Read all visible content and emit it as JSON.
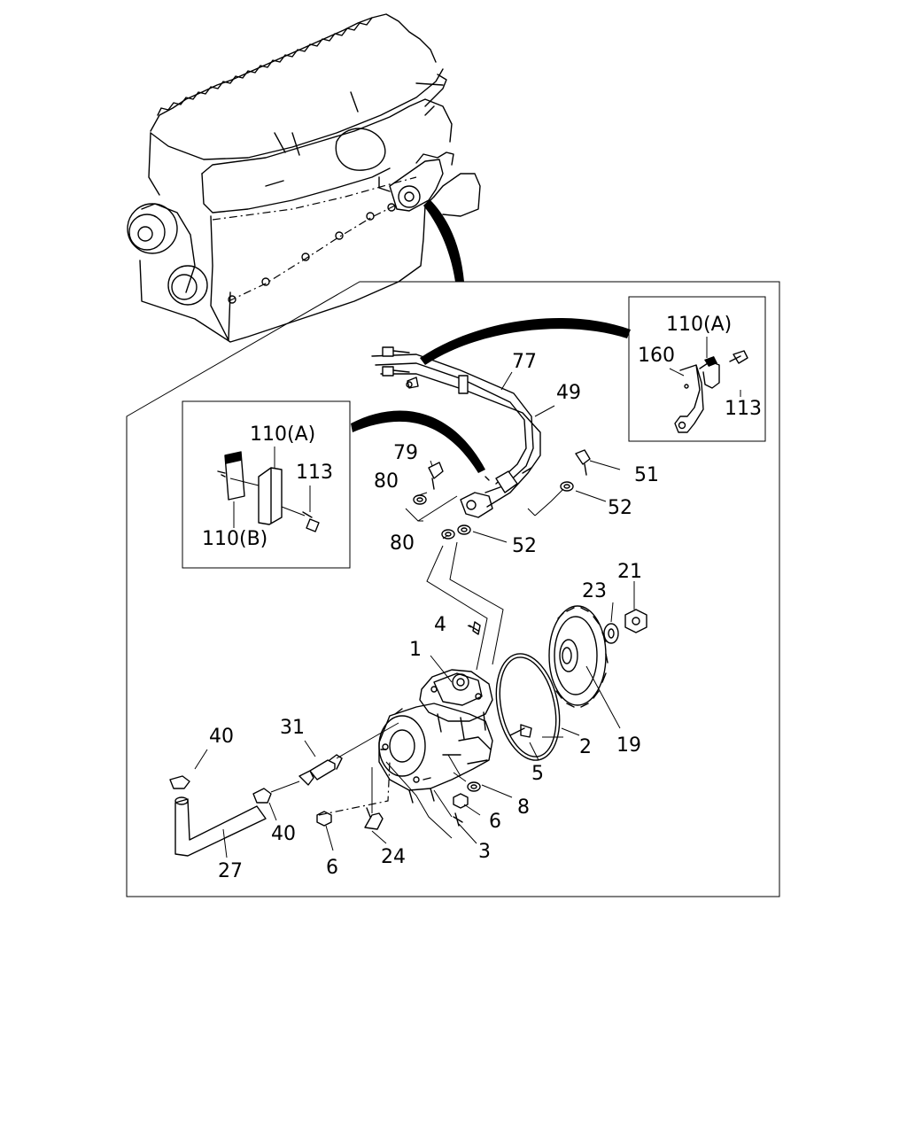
{
  "callouts": {
    "c1": "1",
    "c2": "2",
    "c3": "3",
    "c4": "4",
    "c5": "5",
    "c6a": "6",
    "c6b": "6",
    "c8": "8",
    "c19": "19",
    "c21": "21",
    "c23": "23",
    "c24": "24",
    "c27": "27",
    "c31": "31",
    "c40a": "40",
    "c40b": "40",
    "c49": "49",
    "c51": "51",
    "c52a": "52",
    "c52b": "52",
    "c77": "77",
    "c79": "79",
    "c80a": "80",
    "c80b": "80"
  },
  "inset_right": {
    "clip_label": "110(A)",
    "bracket_label": "160",
    "bolt_label": "113"
  },
  "inset_left": {
    "clip_a_label": "110(A)",
    "clip_b_label": "110(B)",
    "bolt_label": "113"
  }
}
